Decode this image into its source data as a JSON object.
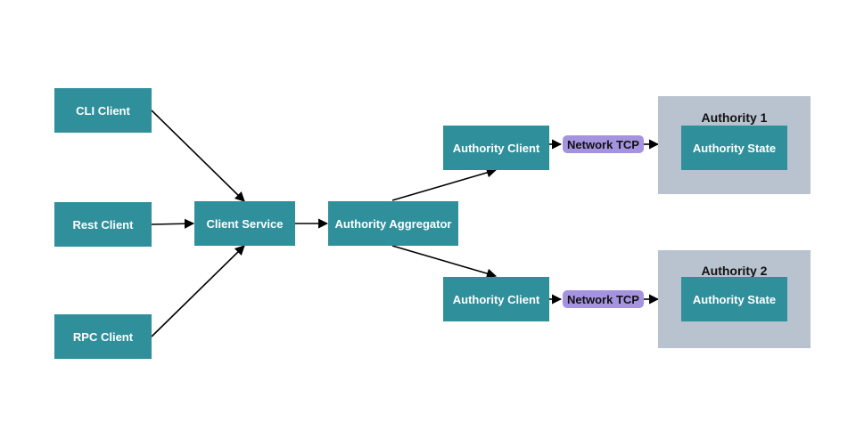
{
  "nodes": {
    "cli_client": "CLI Client",
    "rest_client": "Rest Client",
    "rpc_client": "RPC Client",
    "client_service": "Client Service",
    "authority_aggregator": "Authority Aggregator",
    "authority_client_1": "Authority Client",
    "authority_client_2": "Authority Client",
    "authority_state_1": "Authority State",
    "authority_state_2": "Authority State"
  },
  "groups": {
    "authority_1": "Authority 1",
    "authority_2": "Authority 2"
  },
  "links": {
    "network_tcp_1": "Network TCP",
    "network_tcp_2": "Network TCP"
  },
  "colors": {
    "node": "#2f8f9b",
    "group": "#b9c3cf",
    "link_tag": "#a593e0",
    "edge": "#000000"
  }
}
